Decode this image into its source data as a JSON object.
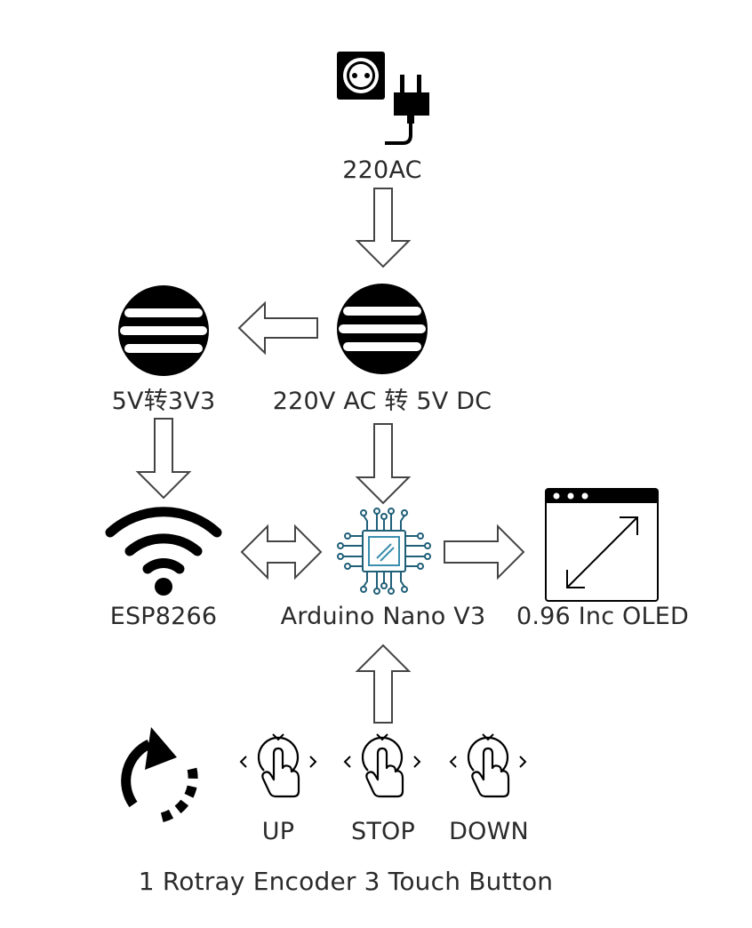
{
  "labels": {
    "power_source": "220AC",
    "ac_dc_converter": "220V AC 转 5V DC",
    "regulator": "5V转3V3",
    "wifi_module": "ESP8266",
    "mcu": "Arduino Nano V3",
    "display": "0.96 Inc OLED",
    "button_up": "UP",
    "button_stop": "STOP",
    "button_down": "DOWN",
    "caption": "1 Rotray Encoder 3 Touch Button"
  },
  "icons": {
    "outlet": "power-outlet-icon",
    "plug": "power-plug-icon",
    "converter": "converter-disc-icon",
    "regulator": "regulator-disc-icon",
    "wifi": "wifi-icon",
    "chip": "microchip-icon",
    "display": "display-window-icon",
    "encoder": "rotary-encoder-icon",
    "touch": "touch-button-icon"
  },
  "colors": {
    "ink": "#000000",
    "text": "#2a2a2a",
    "background": "#ffffff"
  }
}
